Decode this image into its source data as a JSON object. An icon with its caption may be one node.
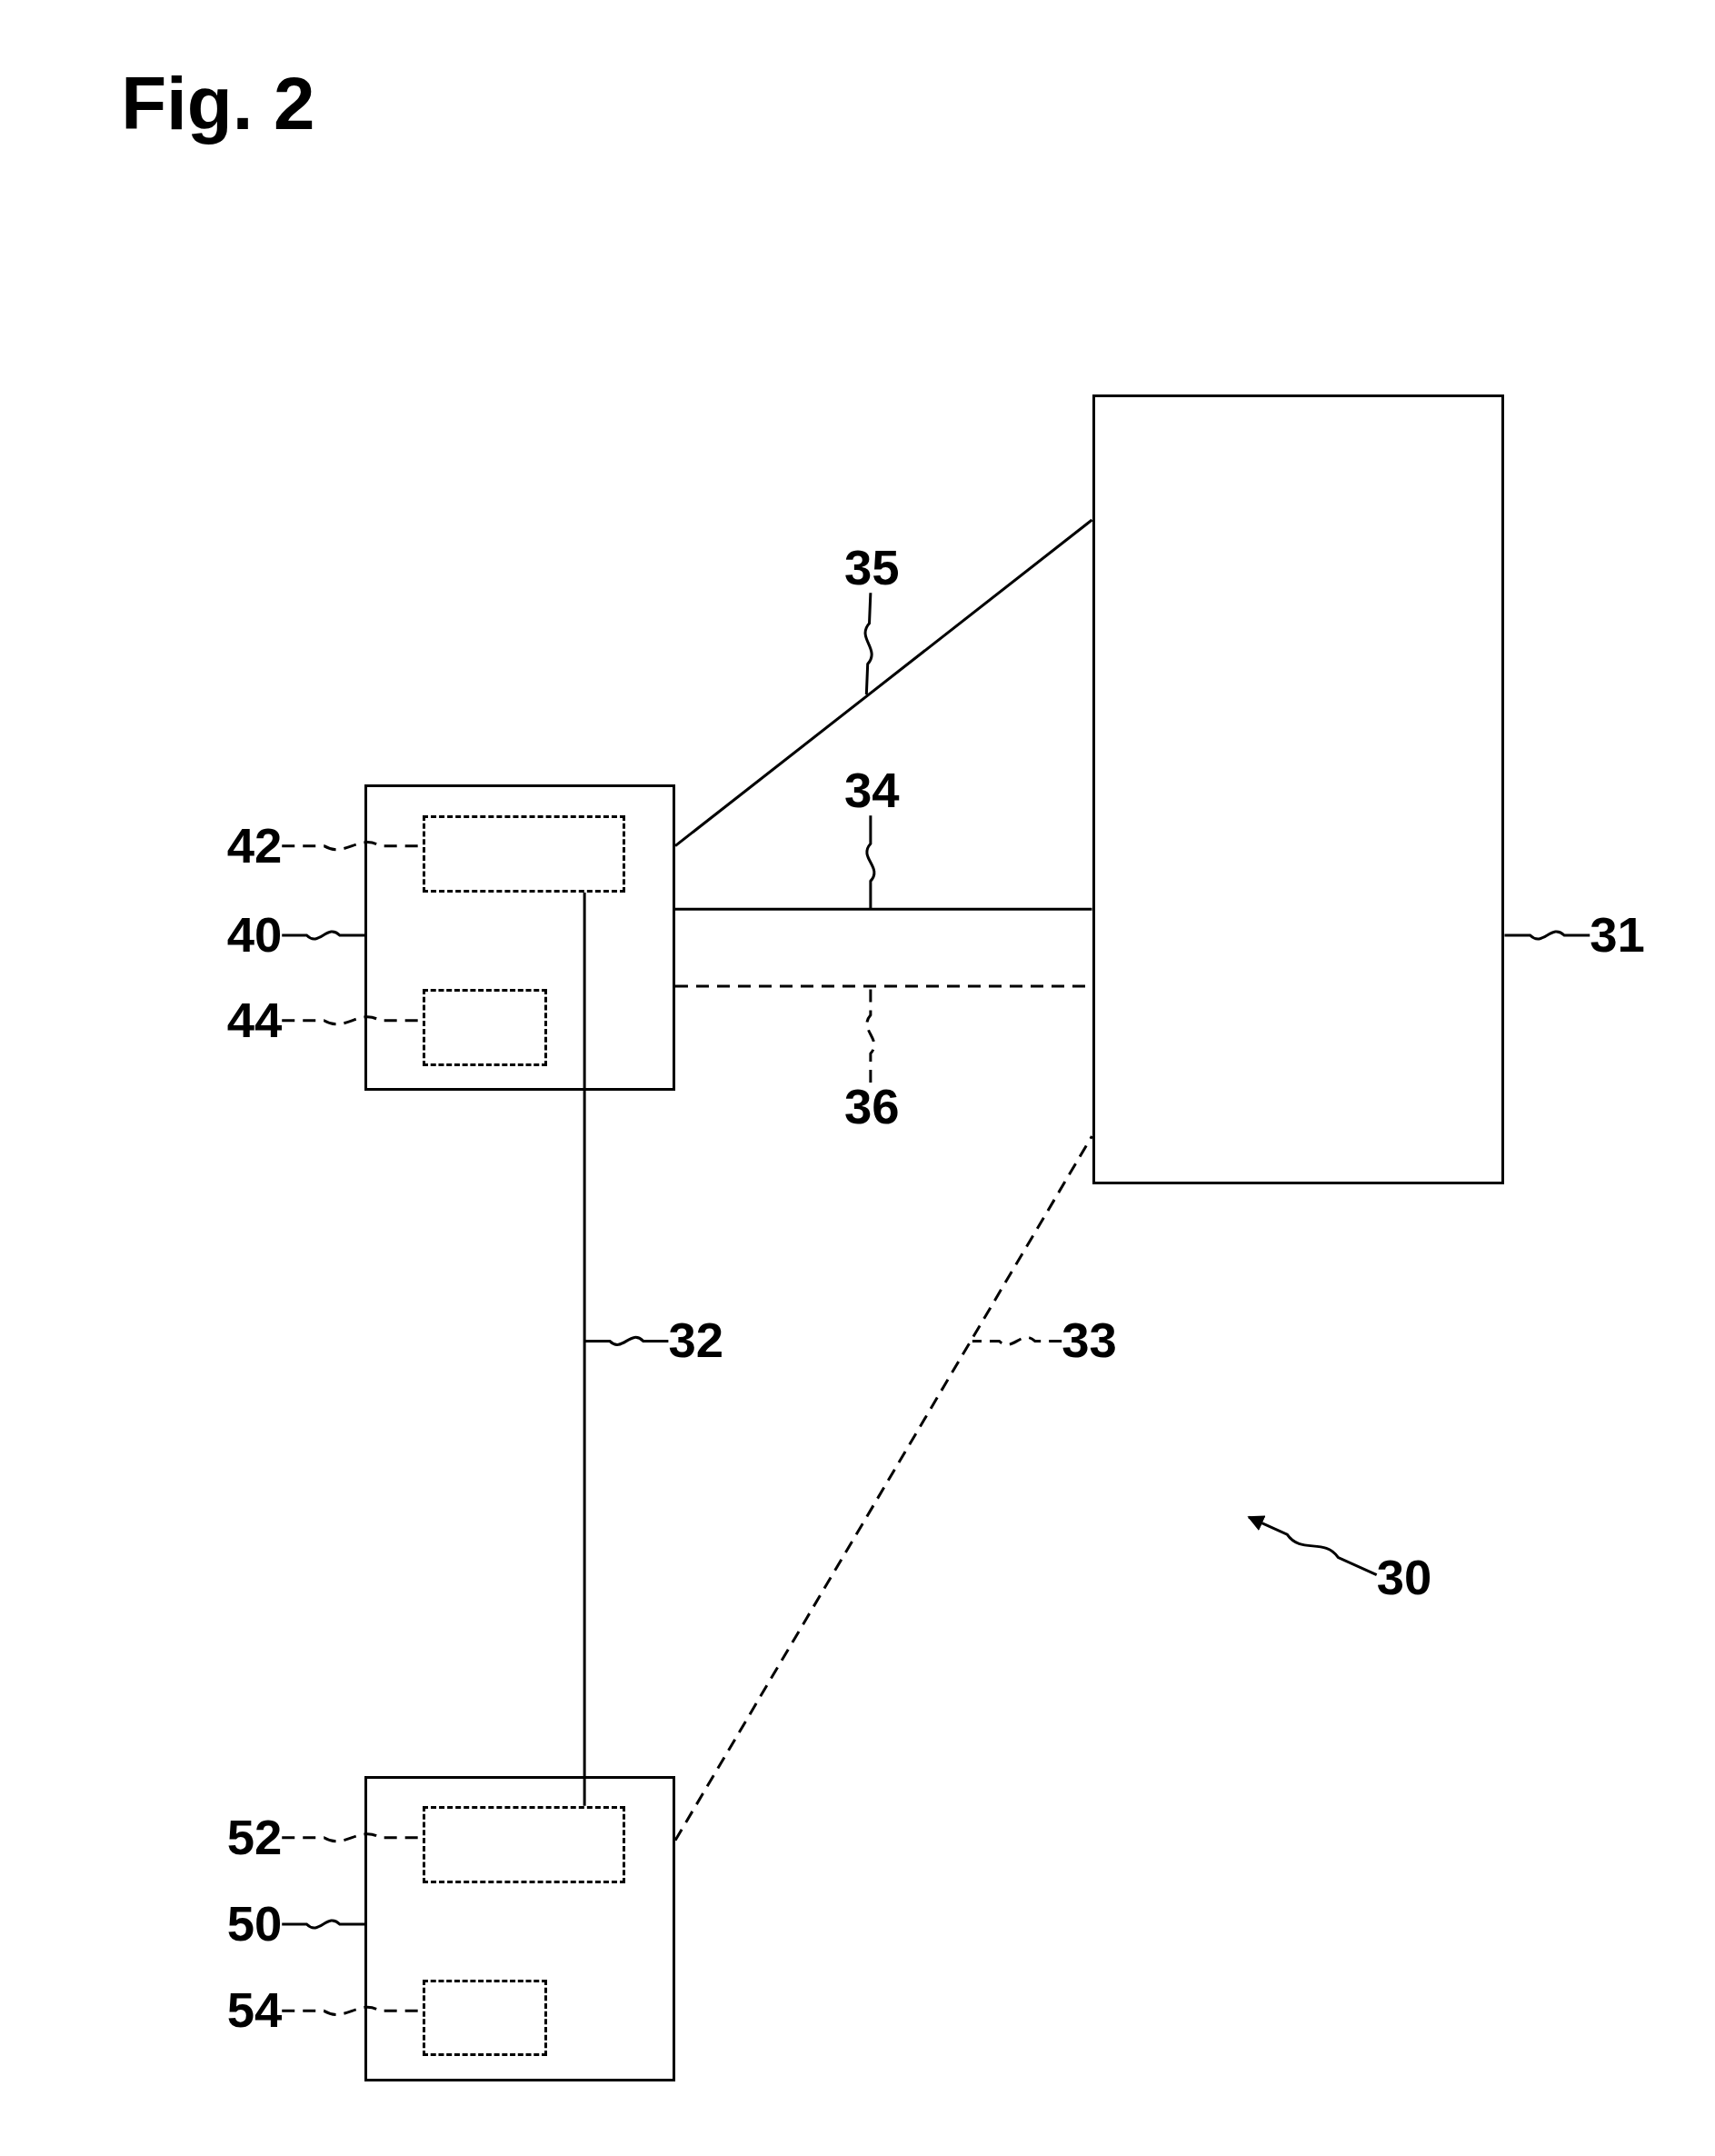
{
  "diagram": {
    "title": "Fig. 2",
    "nodes": [
      {
        "text": [],
        "shape": "box"
      },
      {
        "text": [],
        "shape": "box"
      },
      {
        "text": [],
        "shape": "box",
        "in": 1
      },
      {
        "text": [],
        "shape": "box",
        "in": 1
      },
      {
        "text": [],
        "shape": "box"
      },
      {
        "text": [],
        "shape": "box",
        "in": 4
      },
      {
        "text": [],
        "shape": "box",
        "in": 4
      },
      {
        "text": [
          "31"
        ]
      },
      {
        "text": [
          "40"
        ]
      },
      {
        "text": [
          "42"
        ]
      },
      {
        "text": [
          "44"
        ]
      },
      {
        "text": [
          "50"
        ]
      },
      {
        "text": [
          "52"
        ]
      },
      {
        "text": [
          "54"
        ]
      },
      {
        "text": [
          "32"
        ]
      },
      {
        "text": [
          "33"
        ]
      },
      {
        "text": [
          "34"
        ]
      },
      {
        "text": [
          "35"
        ]
      },
      {
        "text": [
          "36"
        ]
      },
      {
        "text": [
          "30"
        ]
      }
    ],
    "edges": [
      {
        "from": 2,
        "to": 5,
        "arrow": "none"
      },
      {
        "from": 4,
        "to": 0,
        "arrow": "none",
        "style": "dashed"
      },
      {
        "from": 1,
        "to": 0,
        "arrow": "none"
      },
      {
        "from": 1,
        "to": 0,
        "arrow": "none"
      },
      {
        "from": 1,
        "to": 0,
        "arrow": "none",
        "style": "dashed"
      },
      {
        "from": 7,
        "to": 0,
        "arrow": "none"
      },
      {
        "from": 8,
        "to": 1,
        "arrow": "none"
      },
      {
        "from": 9,
        "to": 2,
        "arrow": "none",
        "style": "dashed"
      },
      {
        "from": 10,
        "to": 3,
        "arrow": "none",
        "style": "dashed"
      },
      {
        "from": 11,
        "to": 4,
        "arrow": "none"
      },
      {
        "from": 12,
        "to": 5,
        "arrow": "none",
        "style": "dashed"
      },
      {
        "from": 13,
        "to": 6,
        "arrow": "none",
        "style": "dashed"
      },
      {
        "from": 14,
        "to": null,
        "arrow": "none"
      },
      {
        "from": 15,
        "to": null,
        "arrow": "none",
        "style": "dashed"
      },
      {
        "from": 16,
        "to": null,
        "arrow": "none"
      },
      {
        "from": 17,
        "to": null,
        "arrow": "none"
      },
      {
        "from": 18,
        "to": null,
        "arrow": "none",
        "style": "dashed"
      },
      {
        "from": 19,
        "to": null,
        "arrow": "to"
      }
    ]
  }
}
